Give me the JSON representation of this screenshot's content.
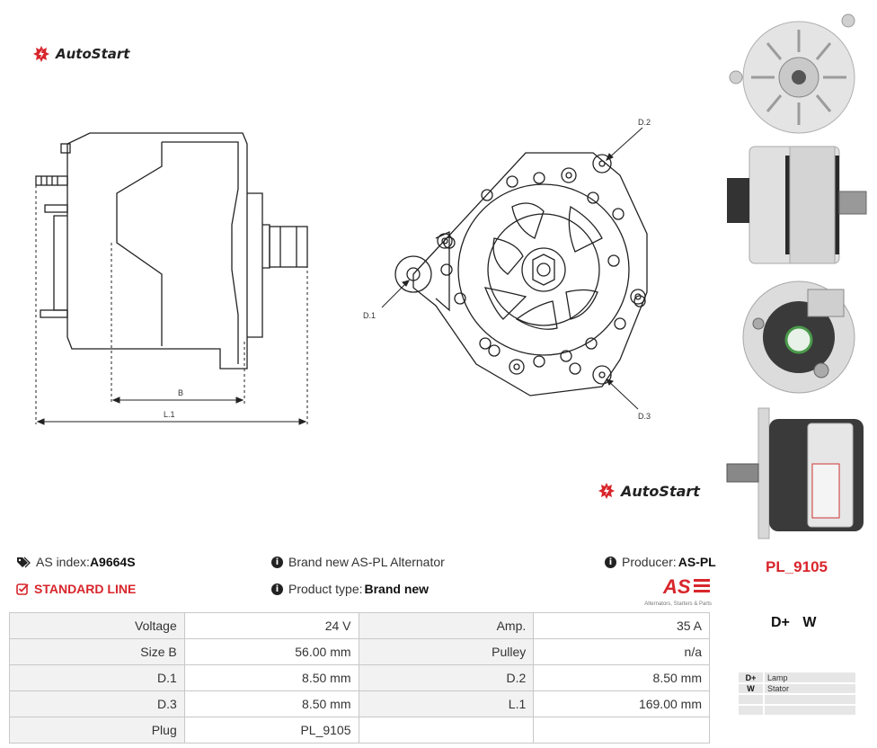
{
  "brand": {
    "name": "AutoStart"
  },
  "drawing": {
    "labels": {
      "b": "B",
      "l1": "L.1",
      "d1": "D.1",
      "d2": "D.2",
      "d3": "D.3"
    }
  },
  "info": {
    "as_index_label": "AS index: ",
    "as_index_value": "A9664S",
    "standard_line": "STANDARD LINE",
    "description": "Brand new AS-PL Alternator",
    "product_type_label": "Product type: ",
    "product_type_value": "Brand new",
    "producer_label": "Producer: ",
    "producer_value": "AS-PL",
    "producer_logo_text": "AS",
    "producer_tagline": "Alternators, Starters & Parts"
  },
  "part_code": "PL_9105",
  "terminals": "D+ W",
  "specs": [
    [
      "Voltage",
      "24 V",
      "Amp.",
      "35 A"
    ],
    [
      "Size B",
      "56.00 mm",
      "Pulley",
      "n/a"
    ],
    [
      "D.1",
      "8.50 mm",
      "D.2",
      "8.50 mm"
    ],
    [
      "D.3",
      "8.50 mm",
      "L.1",
      "169.00 mm"
    ],
    [
      "Plug",
      "PL_9105",
      "",
      ""
    ]
  ],
  "legend": [
    [
      "D+",
      "Lamp"
    ],
    [
      "W",
      "Stator"
    ],
    [
      "",
      ""
    ],
    [
      "",
      ""
    ]
  ],
  "colors": {
    "accent": "#d8262c"
  }
}
